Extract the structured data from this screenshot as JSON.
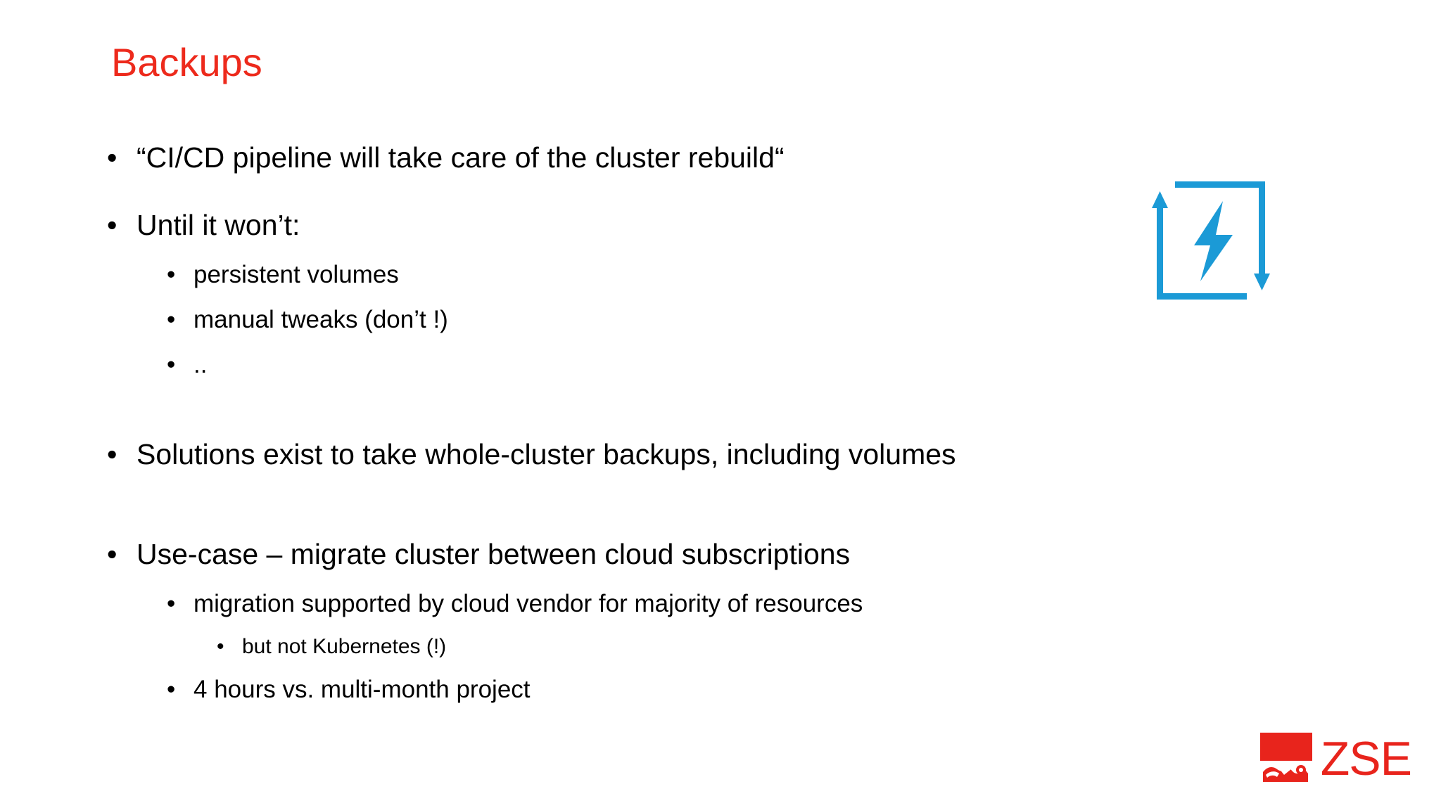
{
  "slide": {
    "title": "Backups",
    "title_color": "#ed2a1c",
    "background_color": "#ffffff",
    "body_color": "#000000",
    "bullet_glyph": "•",
    "content": [
      {
        "level": 1,
        "text": "“CI/CD pipeline will take care of the cluster rebuild“"
      },
      {
        "level": 1,
        "text": "Until it won’t:"
      },
      {
        "level": 2,
        "text": "persistent volumes"
      },
      {
        "level": 2,
        "text": "manual tweaks (don’t !)"
      },
      {
        "level": 2,
        "text": ".."
      },
      {
        "level": 1,
        "text": "Solutions exist to take whole-cluster backups, including volumes"
      },
      {
        "level": 1,
        "text": "Use-case – migrate cluster between cloud subscriptions"
      },
      {
        "level": 2,
        "text": "migration supported by cloud vendor for majority of resources"
      },
      {
        "level": 3,
        "text": "but not Kubernetes (!)"
      },
      {
        "level": 2,
        "text": "4 hours vs. multi-month project"
      }
    ]
  },
  "graphics": {
    "refresh_lightning_icon": {
      "name": "refresh-lightning-icon",
      "color": "#1b9ad6",
      "description": "open square of arrows with a lightning bolt inside"
    },
    "logo": {
      "name": "zse-logo",
      "wordmark": "ZSE",
      "color": "#e8241c"
    }
  }
}
